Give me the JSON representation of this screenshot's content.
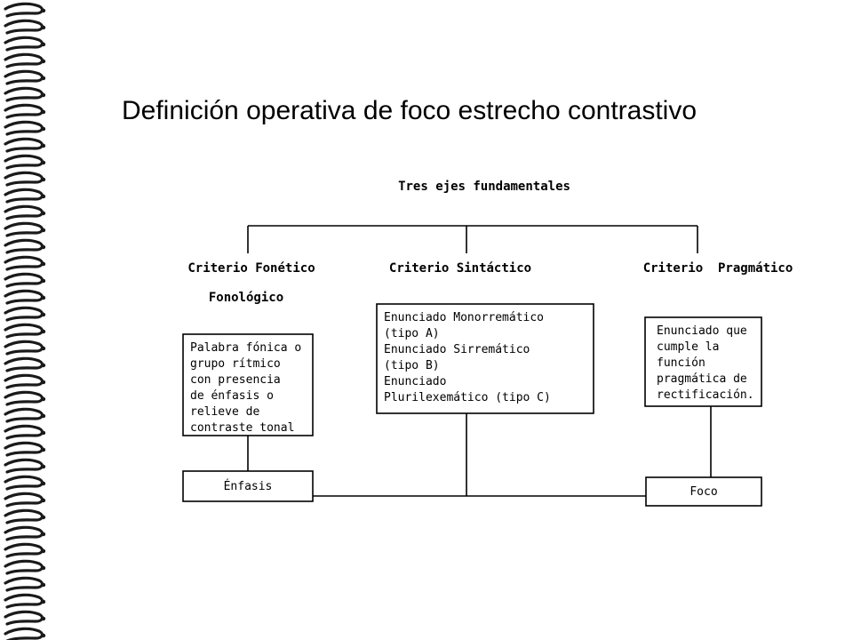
{
  "title": "Definición operativa de foco estrecho contrastivo",
  "diagram": {
    "root": "Tres ejes fundamentales",
    "criteria": [
      {
        "heading_lines": [
          "Criterio Fonético",
          "Fonológico"
        ],
        "box_lines": [
          "Palabra fónica o",
          "grupo rítmico",
          "con presencia",
          "de énfasis o",
          "relieve de",
          "contraste tonal"
        ],
        "result": "Énfasis"
      },
      {
        "heading_lines": [
          "Criterio Sintáctico"
        ],
        "box_lines": [
          "Enunciado Monorremático",
          "(tipo A)",
          "Enunciado Sirremático",
          "(tipo B)",
          "Enunciado",
          "Plurilexemático (tipo C)"
        ]
      },
      {
        "heading_lines": [
          "Criterio  Pragmático"
        ],
        "box_lines": [
          "Enunciado que",
          "cumple la",
          "función",
          "pragmática de",
          "rectificación."
        ],
        "result": "Foco"
      }
    ]
  },
  "colors": {
    "background": "#ffffff",
    "ink": "#000000",
    "spiral": "#1a1a1a"
  }
}
